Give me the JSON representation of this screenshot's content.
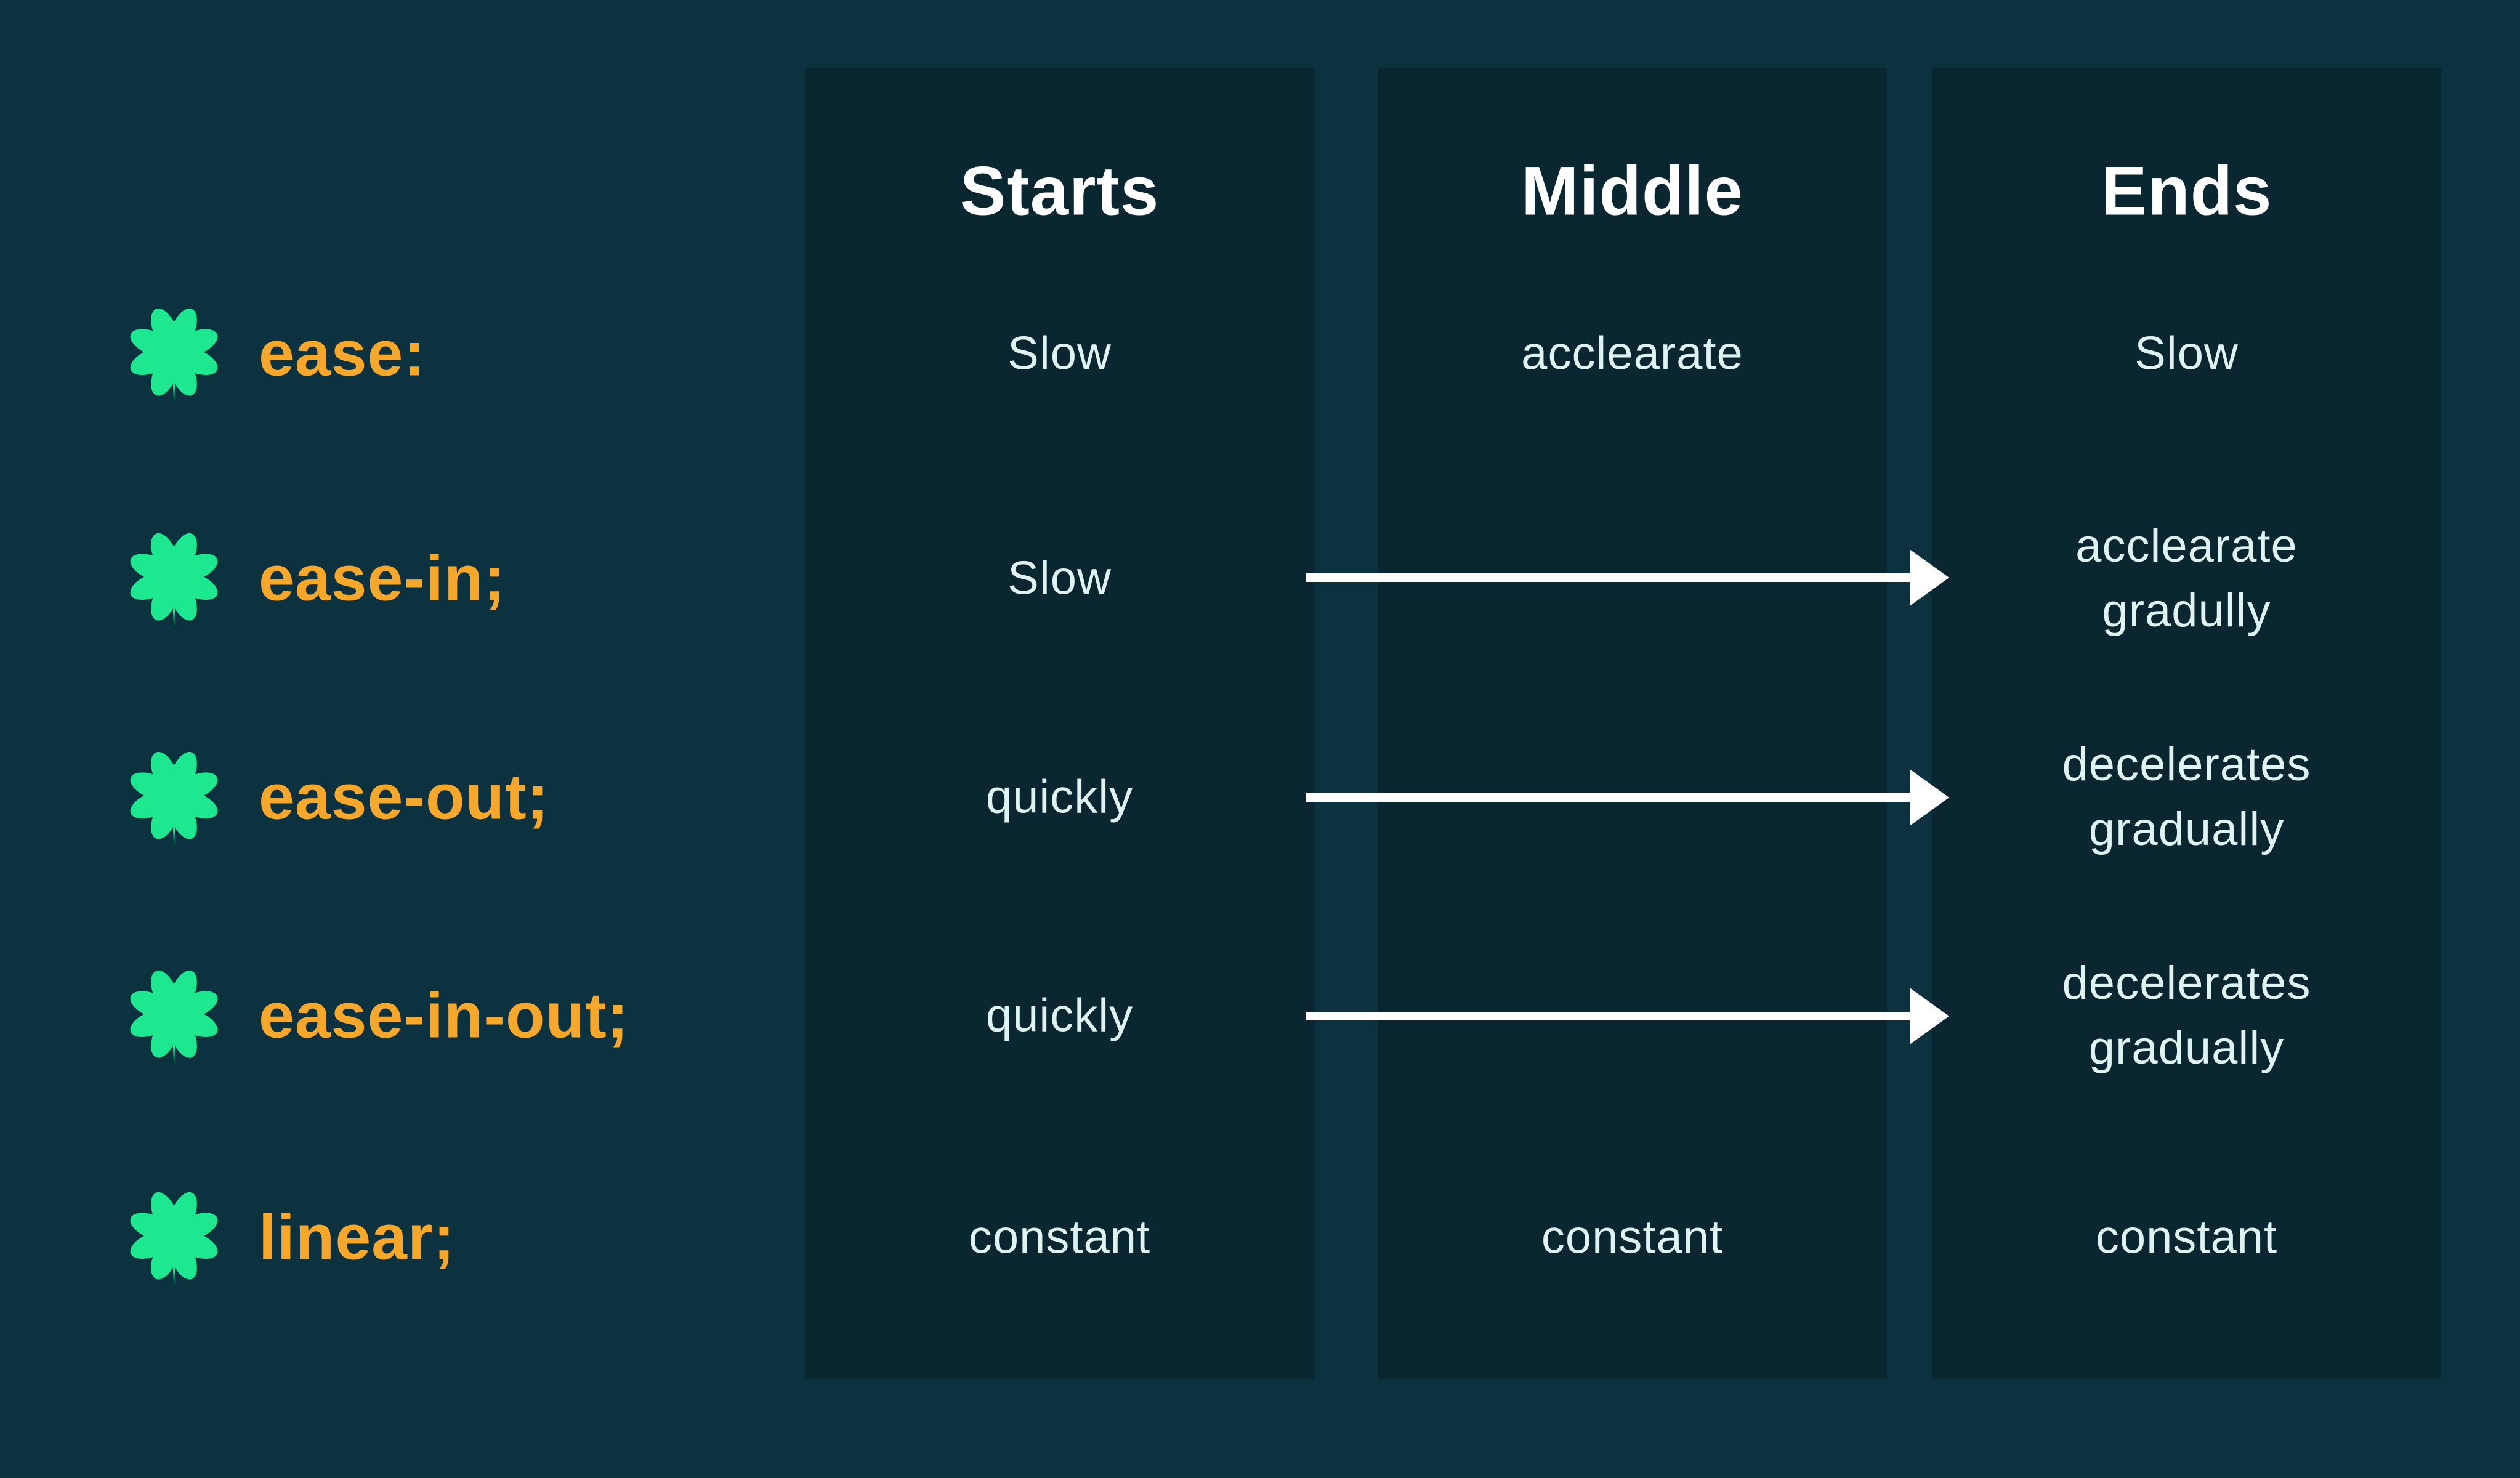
{
  "table": {
    "headers": [
      {
        "label": "Starts"
      },
      {
        "label": "Middle"
      },
      {
        "label": "Ends"
      }
    ],
    "rows": [
      {
        "property": "ease:",
        "starts": "Slow",
        "middle": "acclearate",
        "ends": "Slow",
        "middle_arrow": false
      },
      {
        "property": "ease-in;",
        "starts": "Slow",
        "middle": "",
        "ends": "acclearate\ngradully",
        "middle_arrow": true
      },
      {
        "property": "ease-out;",
        "starts": "quickly",
        "middle": "",
        "ends": "decelerates\ngradually",
        "middle_arrow": true
      },
      {
        "property": "ease-in-out;",
        "starts": "quickly",
        "middle": "",
        "ends": "decelerates\ngradually",
        "middle_arrow": true
      },
      {
        "property": "linear;",
        "starts": "constant",
        "middle": "constant",
        "ends": "constant",
        "middle_arrow": false
      }
    ]
  },
  "icons": {
    "row_marker": "four-leaf-clover-icon"
  },
  "colors": {
    "background": "#0d323f",
    "column_background": "#0a2631",
    "header_text": "#ffffff",
    "cell_text": "#dff4f1",
    "label_orange": "#f7a72a",
    "clover_green": "#1de78f",
    "arrow_white": "#ffffff"
  }
}
